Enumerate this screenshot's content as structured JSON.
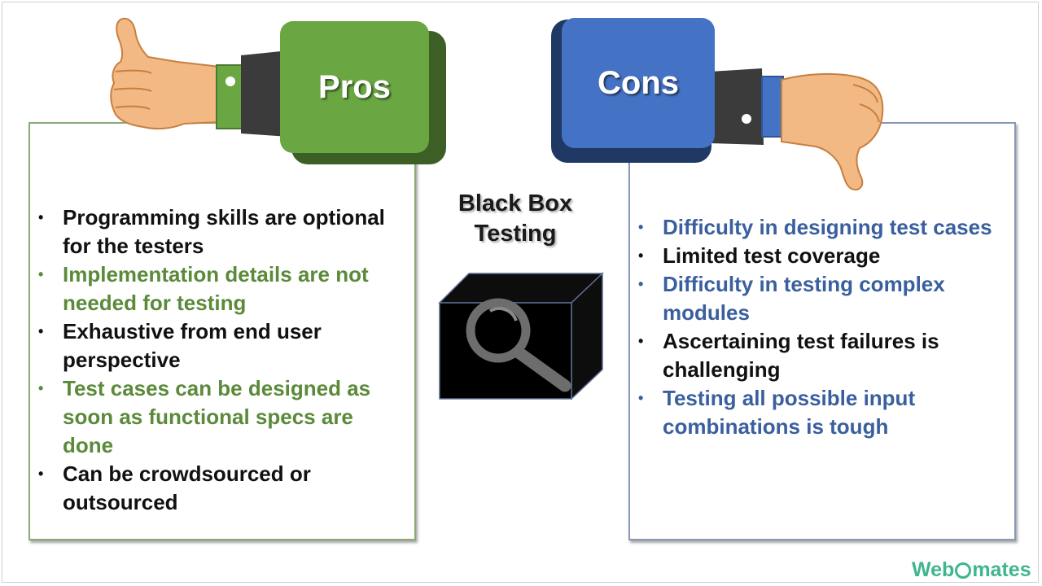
{
  "title": "Black Box Testing",
  "pros": {
    "label": "Pros",
    "items": [
      {
        "text": "Programming skills are optional for the testers",
        "color": "#111111"
      },
      {
        "text": "Implementation details are not needed for testing",
        "color": "#5b8a3a"
      },
      {
        "text": "Exhaustive from end user perspective",
        "color": "#111111"
      },
      {
        "text": "Test cases can be designed as soon as functional specs are done",
        "color": "#5b8a3a"
      },
      {
        "text": "Can be crowdsourced or outsourced",
        "color": "#111111"
      }
    ]
  },
  "cons": {
    "label": "Cons",
    "items": [
      {
        "text": "Difficulty in designing test cases",
        "color": "#3a5f9e"
      },
      {
        "text": "Limited test coverage",
        "color": "#111111"
      },
      {
        "text": "Difficulty in testing complex modules",
        "color": "#3a5f9e"
      },
      {
        "text": "Ascertaining test failures is challenging",
        "color": "#111111"
      },
      {
        "text": "Testing all possible input combinations is tough",
        "color": "#3a5f9e"
      }
    ]
  },
  "logo": {
    "prefix": "Web",
    "suffix": "mates"
  },
  "icons": [
    "thumbs-up-icon",
    "thumbs-down-icon",
    "magnifier-icon",
    "black-box-icon"
  ],
  "colors": {
    "pros_accent": "#6aa743",
    "cons_accent": "#4472c4",
    "logo": "#3fb68b"
  }
}
